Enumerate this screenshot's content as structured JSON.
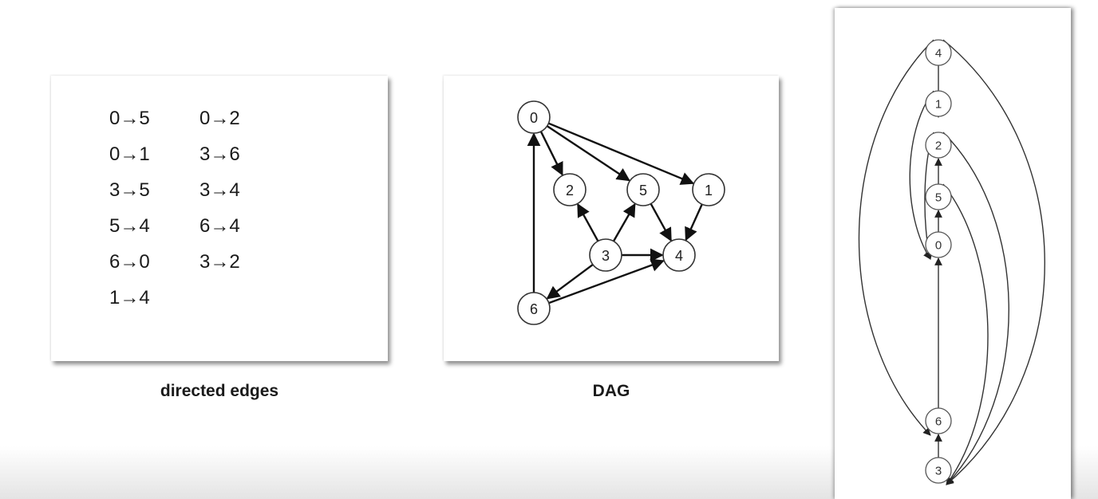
{
  "edges_panel": {
    "caption": "directed edges",
    "columns": [
      [
        "0→5",
        "0→1",
        "3→5",
        "5→4",
        "6→0",
        "1→4"
      ],
      [
        "0→2",
        "3→6",
        "3→4",
        "6→4",
        "3→2"
      ]
    ]
  },
  "dag_panel": {
    "caption": "DAG",
    "vertices": [
      "0",
      "1",
      "2",
      "3",
      "4",
      "5",
      "6"
    ],
    "edges": [
      [
        "0",
        "5"
      ],
      [
        "0",
        "2"
      ],
      [
        "0",
        "1"
      ],
      [
        "3",
        "6"
      ],
      [
        "3",
        "5"
      ],
      [
        "3",
        "4"
      ],
      [
        "5",
        "4"
      ],
      [
        "6",
        "4"
      ],
      [
        "6",
        "0"
      ],
      [
        "3",
        "2"
      ],
      [
        "1",
        "4"
      ]
    ]
  },
  "topological_panel": {
    "order_top_to_bottom": [
      "4",
      "1",
      "2",
      "5",
      "0",
      "6",
      "3"
    ]
  }
}
